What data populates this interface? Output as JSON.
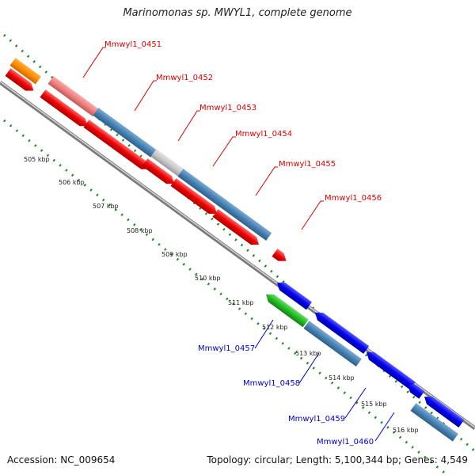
{
  "title": "Marinomonas sp. MWYL1, complete genome",
  "accession": "Accession: NC_009654",
  "summary": "Topology: circular; Length: 5,100,344 bp; Genes: 4,549",
  "colors": {
    "backbone": "#8c8c8c",
    "grid": "#1f8a1f",
    "forward_label": "#dd0000",
    "reverse_label": "#0000cc",
    "red": "#ee0000",
    "blue": "#0000ee",
    "steel": "#4682b4",
    "orange": "#ff8c00",
    "pink": "#f08080",
    "gray": "#c8c8c8",
    "green": "#22bb22"
  },
  "ticks": [
    "505 kbp",
    "506 kbp",
    "507 kbp",
    "508 kbp",
    "509 kbp",
    "510 kbp",
    "511 kbp",
    "512 kbp",
    "513 kbp",
    "514 kbp",
    "515 kbp",
    "516 kbp"
  ],
  "forward_labels": [
    "Mmwyl1_0451",
    "Mmwyl1_0452",
    "Mmwyl1_0453",
    "Mmwyl1_0454",
    "Mmwyl1_0455",
    "Mmwyl1_0456"
  ],
  "reverse_labels": [
    "Mmwyl1_0457",
    "Mmwyl1_0458",
    "Mmwyl1_0459",
    "Mmwyl1_0460"
  ]
}
